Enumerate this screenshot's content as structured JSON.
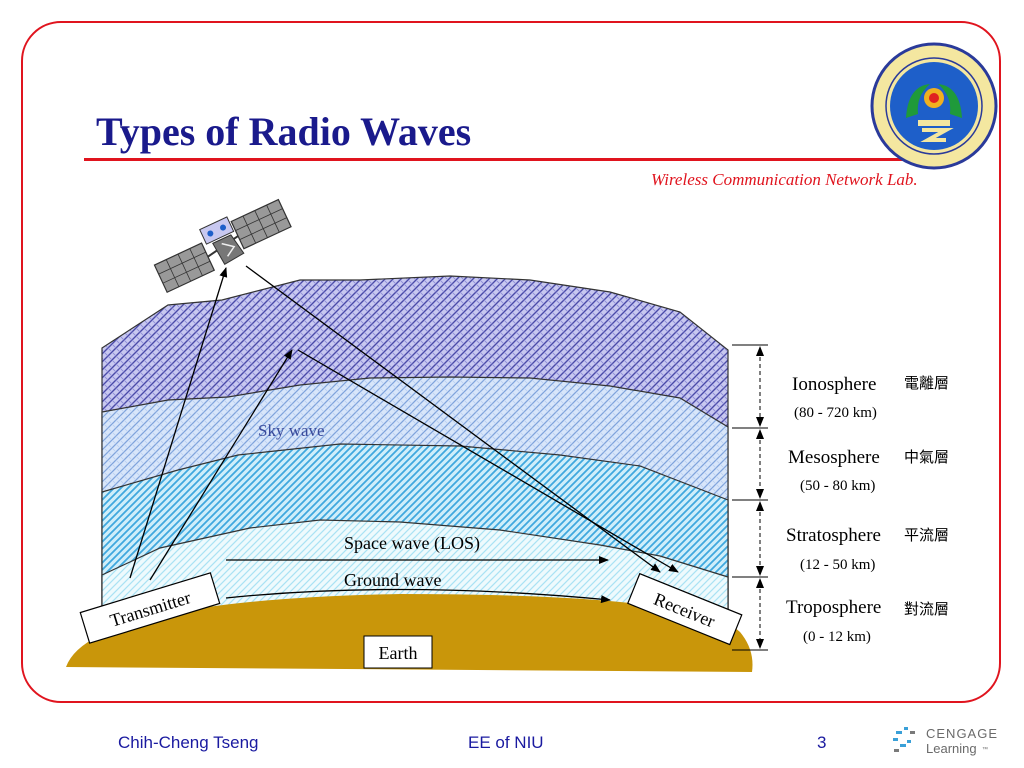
{
  "slide": {
    "title": "Types of Radio Waves",
    "lab_name": "Wireless Communication Network Lab.",
    "page_number": "3"
  },
  "footer": {
    "author": "Chih-Cheng Tseng",
    "department": "EE of NIU",
    "publisher_logo": "CENGAGE Learning"
  },
  "diagram": {
    "waves": {
      "sky": "Sky wave",
      "space": "Space wave (LOS)",
      "ground": "Ground wave"
    },
    "stations": {
      "transmitter": "Transmitter",
      "receiver": "Receiver",
      "earth": "Earth"
    },
    "layers": [
      {
        "name": "Ionosphere",
        "chinese": "電離層",
        "range": "80 - 720 km"
      },
      {
        "name": "Mesosphere",
        "chinese": "中氣層",
        "range": "50 - 80 km"
      },
      {
        "name": "Stratosphere",
        "chinese": "平流層",
        "range": "12 - 50 km"
      },
      {
        "name": "Troposphere",
        "chinese": "對流層",
        "range": "0 - 12 km"
      }
    ],
    "colors": {
      "ionosphere": "#7b7bd4",
      "mesosphere": "#8fb4e6",
      "stratosphere": "#5fbfe8",
      "troposphere": "#bfeaf6",
      "earth": "#c9960a"
    }
  }
}
